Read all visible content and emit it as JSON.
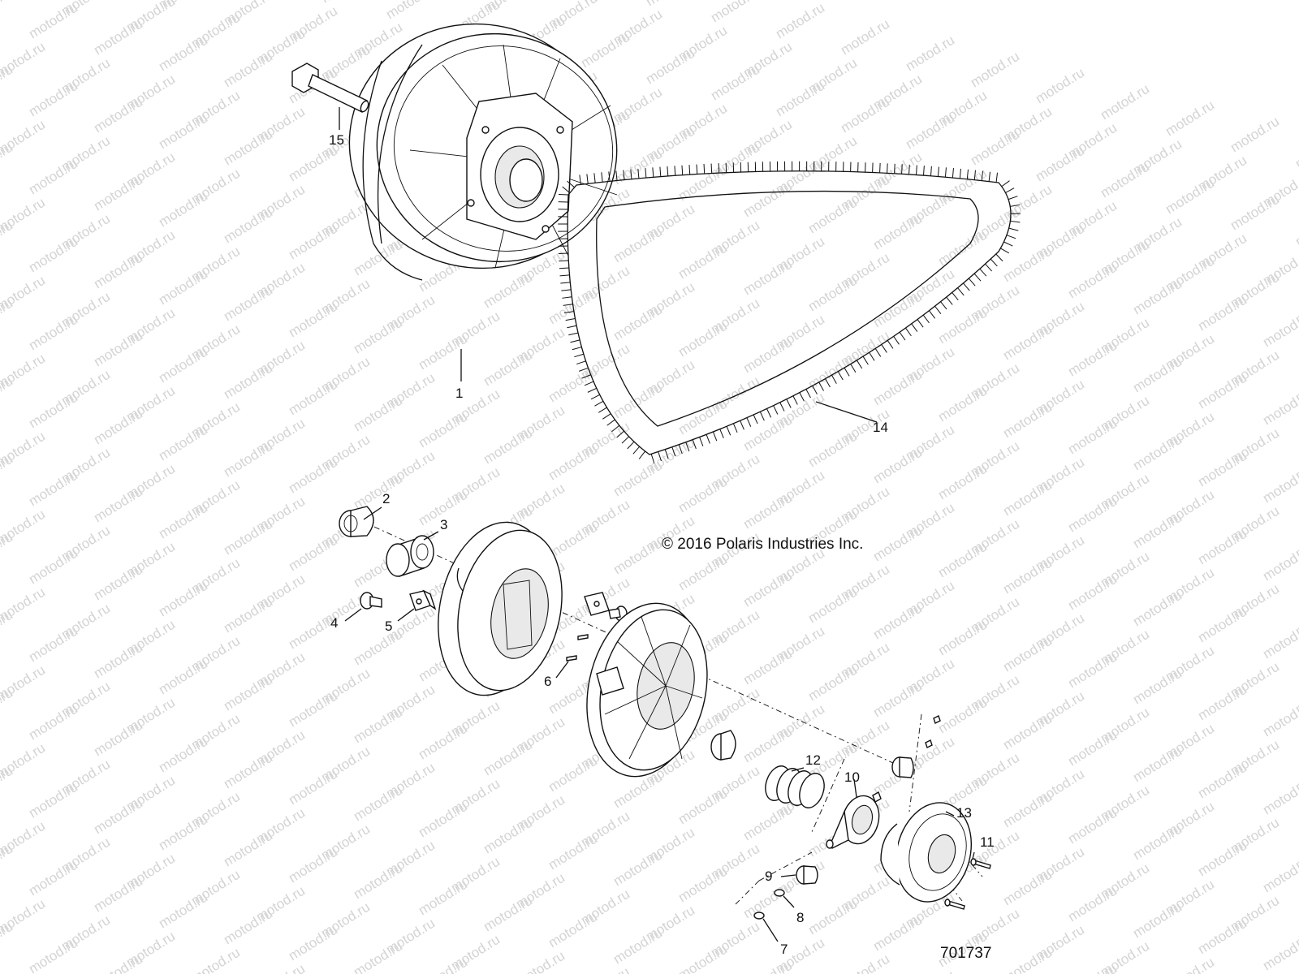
{
  "watermark": {
    "text": "motod.ru",
    "color": "#d4d4d4"
  },
  "copyright": "© 2016 Polaris Industries Inc.",
  "reference_number": "701737",
  "callouts": [
    "1",
    "2",
    "3",
    "4",
    "5",
    "6",
    "7",
    "8",
    "9",
    "10",
    "11",
    "12",
    "13",
    "14",
    "15"
  ],
  "parts": {
    "p1": {
      "callout": "1"
    },
    "p2": {
      "callout": "2"
    },
    "p3": {
      "callout": "3"
    },
    "p4": {
      "callout": "4"
    },
    "p5": {
      "callout": "5"
    },
    "p6": {
      "callout": "6"
    },
    "p7": {
      "callout": "7"
    },
    "p8": {
      "callout": "8"
    },
    "p9": {
      "callout": "9"
    },
    "p10": {
      "callout": "10"
    },
    "p11": {
      "callout": "11"
    },
    "p12": {
      "callout": "12"
    },
    "p13": {
      "callout": "13"
    },
    "p14": {
      "callout": "14"
    },
    "p15": {
      "callout": "15"
    }
  }
}
